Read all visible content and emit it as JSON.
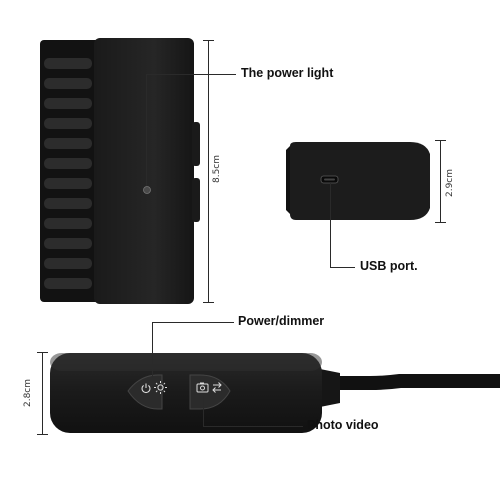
{
  "labels": {
    "power_light": "The power light",
    "usb_port": "USB port.",
    "power_dimmer": "Power/dimmer",
    "photo_video": "Photo video"
  },
  "dimensions": {
    "height_main": "8.5cm",
    "height_usb": "2.9cm",
    "height_bottom": "2.8cm"
  },
  "icons": {
    "power_dimmer": [
      "power-icon",
      "brightness-icon"
    ],
    "photo_video": [
      "camera-icon",
      "switch-arrows-icon"
    ]
  },
  "colors": {
    "device_body": "#1c1c1c",
    "device_edge": "#0d0d0d",
    "button": "#2b2b2b"
  }
}
